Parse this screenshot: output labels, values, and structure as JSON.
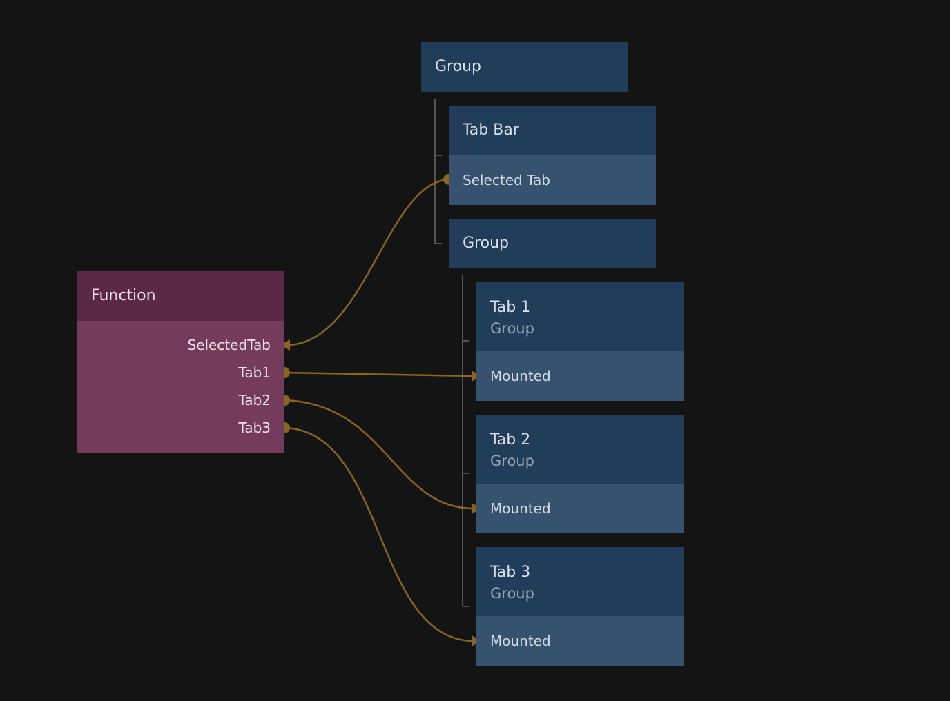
{
  "colors": {
    "background": "#141414",
    "visual_node": "#223d5a",
    "visual_port": "#37526f",
    "function_header": "#5b2847",
    "function_body": "#743b5d",
    "wire": "#8a6520",
    "tree_line": "#555555"
  },
  "nodes": {
    "root_group": {
      "title": "Group"
    },
    "tab_bar": {
      "title": "Tab Bar",
      "port": "Selected Tab"
    },
    "inner_group": {
      "title": "Group"
    },
    "tab1": {
      "title": "Tab 1",
      "subtitle": "Group",
      "port": "Mounted"
    },
    "tab2": {
      "title": "Tab 2",
      "subtitle": "Group",
      "port": "Mounted"
    },
    "tab3": {
      "title": "Tab 3",
      "subtitle": "Group",
      "port": "Mounted"
    },
    "function": {
      "title": "Function",
      "ports": [
        "SelectedTab",
        "Tab1",
        "Tab2",
        "Tab3"
      ]
    }
  },
  "connections": [
    {
      "from": "tab_bar.Selected Tab",
      "to": "function.SelectedTab"
    },
    {
      "from": "function.Tab1",
      "to": "tab1.Mounted"
    },
    {
      "from": "function.Tab2",
      "to": "tab2.Mounted"
    },
    {
      "from": "function.Tab3",
      "to": "tab3.Mounted"
    }
  ]
}
